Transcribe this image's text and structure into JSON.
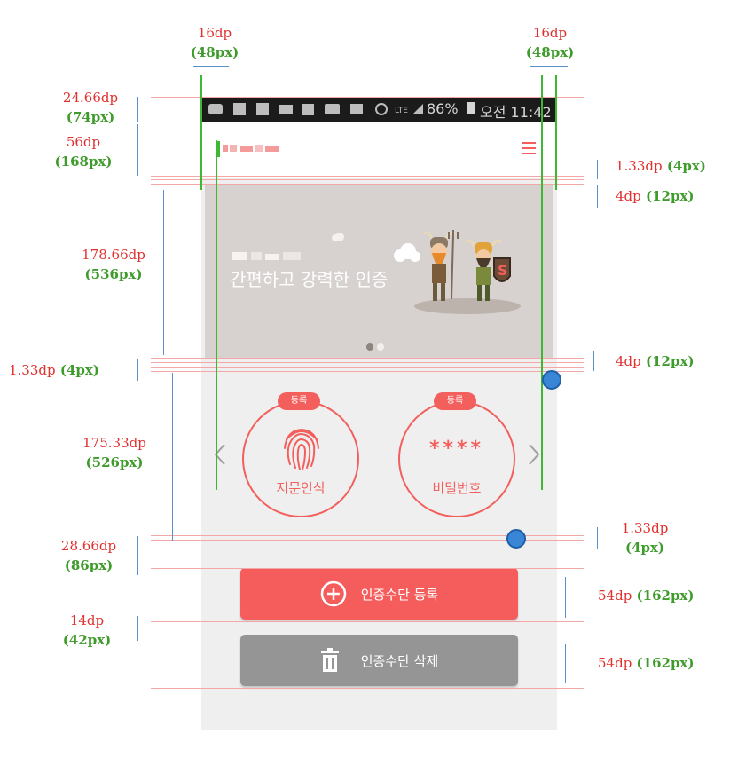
{
  "measurements": {
    "left_margin": {
      "dp": "16dp",
      "px": "(48px)"
    },
    "right_margin": {
      "dp": "16dp",
      "px": "(48px)"
    },
    "status_bar": {
      "dp": "24.66dp",
      "px": "(74px)"
    },
    "app_bar": {
      "dp": "56dp",
      "px": "(168px)"
    },
    "divider_right": {
      "dp": "1.33dp",
      "px": "(4px)"
    },
    "banner_gap_right": {
      "dp": "4dp",
      "px": "(12px)"
    },
    "banner": {
      "dp": "178.66dp",
      "px": "(536px)"
    },
    "divider_left": {
      "dp": "1.33dp",
      "px": "(4px)"
    },
    "methods_gap_right": {
      "dp": "4dp",
      "px": "(12px)"
    },
    "methods": {
      "dp": "175.33dp",
      "px": "(526px)"
    },
    "methods_bottom_right": {
      "dp": "1.33dp",
      "px": "(4px)"
    },
    "top_gap_button": {
      "dp": "28.66dp",
      "px": "(86px)"
    },
    "button_gap": {
      "dp": "14dp",
      "px": "(42px)"
    },
    "register_button_height": {
      "dp": "54dp",
      "px": "(162px)"
    },
    "delete_button_height": {
      "dp": "54dp",
      "px": "(162px)"
    }
  },
  "status_bar": {
    "battery": "86%",
    "time": "오전 11:42"
  },
  "banner": {
    "subtitle": "간편하고 강력한 인증",
    "page_count": 2,
    "active_page": 1
  },
  "methods": [
    {
      "badge": "등록",
      "label": "지문인식",
      "icon": "fingerprint-icon"
    },
    {
      "badge": "등록",
      "label": "비밀번호",
      "icon": "password-dots",
      "dots": "****"
    }
  ],
  "buttons": {
    "register": {
      "label": "인증수단 등록",
      "color": "#f55d5c",
      "icon": "plus-circle-icon"
    },
    "delete": {
      "label": "인증수단 삭제",
      "color": "#959595",
      "icon": "trash-icon"
    }
  },
  "colors": {
    "accent": "#f25f5c",
    "guide_green": "#3cb833",
    "guide_pink": "#f4a7a7"
  }
}
